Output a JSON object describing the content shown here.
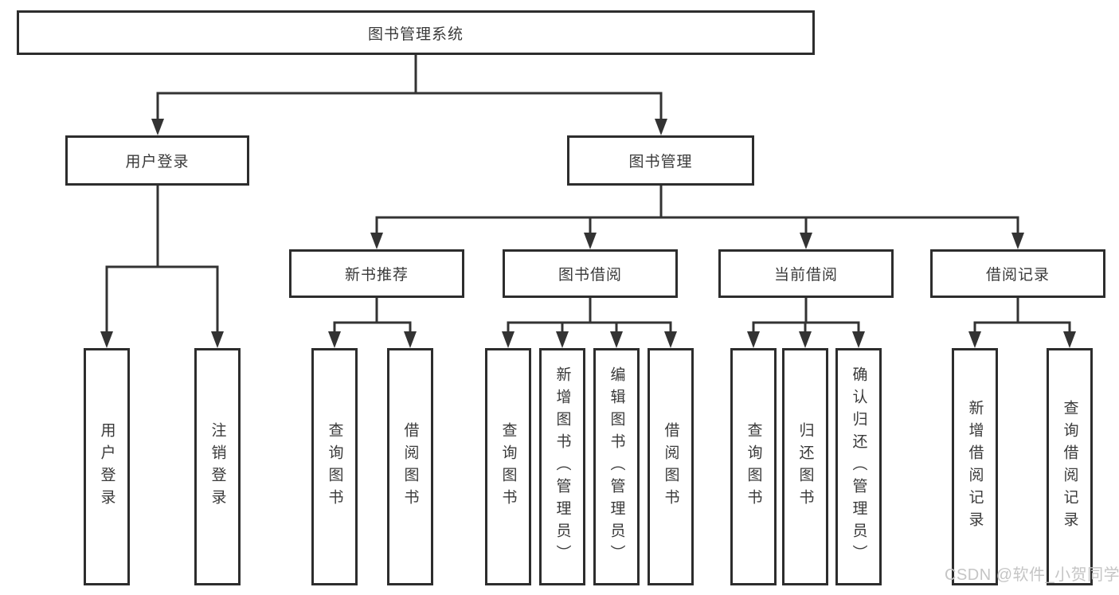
{
  "diagram": {
    "root": {
      "label": "图书管理系统"
    },
    "branches": {
      "user_login": {
        "label": "用户登录",
        "children": [
          {
            "label": "用户登录"
          },
          {
            "label": "注销登录"
          }
        ]
      },
      "book_management": {
        "label": "图书管理",
        "children": [
          {
            "label": "新书推荐",
            "children": [
              {
                "label": "查询图书"
              },
              {
                "label": "借阅图书"
              }
            ]
          },
          {
            "label": "图书借阅",
            "children": [
              {
                "label": "查询图书"
              },
              {
                "label": "新增图书（管理员）"
              },
              {
                "label": "编辑图书（管理员）"
              },
              {
                "label": "借阅图书"
              }
            ]
          },
          {
            "label": "当前借阅",
            "children": [
              {
                "label": "查询图书"
              },
              {
                "label": "归还图书"
              },
              {
                "label": "确认归还（管理员）"
              }
            ]
          },
          {
            "label": "借阅记录",
            "children": [
              {
                "label": "新增借阅记录"
              },
              {
                "label": "查询借阅记录"
              }
            ]
          }
        ]
      }
    },
    "colors": {
      "line": "#333333",
      "box_border": "#2d2d2d",
      "text": "#3a3a3a",
      "watermark": "#c5c5c5"
    }
  },
  "watermark": {
    "text": "CSDN @软件_小贺同学"
  }
}
